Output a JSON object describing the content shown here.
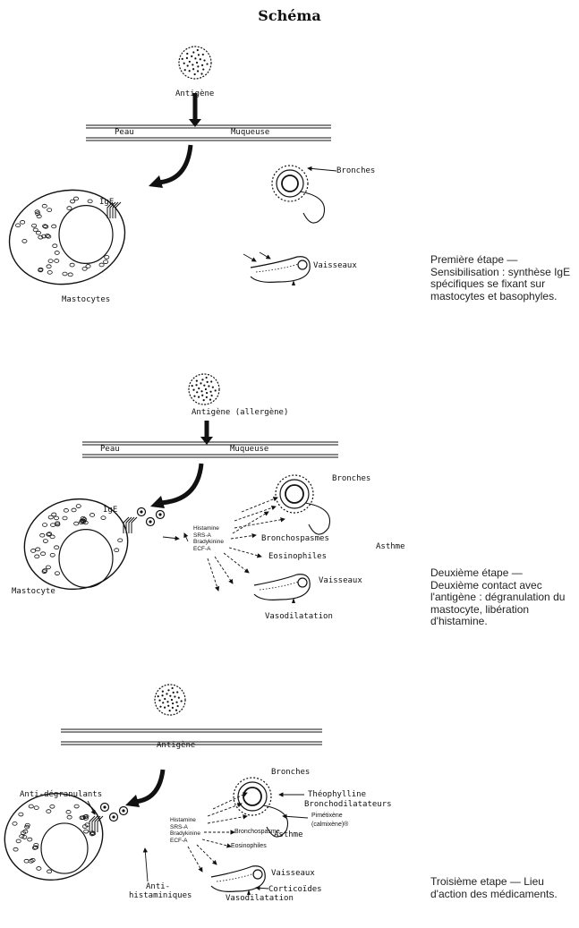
{
  "page": {
    "title": "Schéma"
  },
  "stage1": {
    "antigen": "Antigène",
    "skin": "Peau",
    "mucosa": "Muqueuse",
    "bronchi": "Bronches",
    "ige": "IgE",
    "vessels": "Vaisseaux",
    "mast": "Mastocytes",
    "caption": "Première étape — Sensibilisation : synthèse IgE spécifiques se fixant sur mastocytes et basophyles."
  },
  "stage2": {
    "antigen": "Antigène (allergène)",
    "skin": "Peau",
    "mucosa": "Muqueuse",
    "bronchi": "Bronches",
    "ige": "IgE",
    "mediators": [
      "Histamine",
      "SRS-A",
      "Bradykinine",
      "ECF-A"
    ],
    "bronchospasm": "Bronchospasmes",
    "asthma": "Asthme",
    "eosinophils": "Eosinophiles",
    "vessels": "Vaisseaux",
    "vasodilation": "Vasodilatation",
    "mast": "Mastocyte",
    "caption": "Deuxième étape — Deuxième contact avec l'antigène : dégranulation du mastocyte, libération d'histamine."
  },
  "stage3": {
    "antigen": "Antigène",
    "bronchi": "Bronches",
    "antidegran": "Anti-dégranulants",
    "theophylline": "Théophylline",
    "bronchodil": "Bronchodilatateurs",
    "pimetixene": "Pimétixène",
    "calmixene": "(calmixène)®",
    "mediators": [
      "Histamine",
      "SRS-A",
      "Bradykinine",
      "ECF-A"
    ],
    "bronchospasm": "Bronchospasme",
    "asthma": "Asthme",
    "eosinophils": "Eosinophiles",
    "vessels": "Vaisseaux",
    "corticoids": "Corticoïdes",
    "antihist1": "Anti-",
    "antihist2": "histaminiques",
    "vasodilation": "Vasodilatation",
    "caption": "Troisième etape — Lieu d'action des médicaments."
  }
}
